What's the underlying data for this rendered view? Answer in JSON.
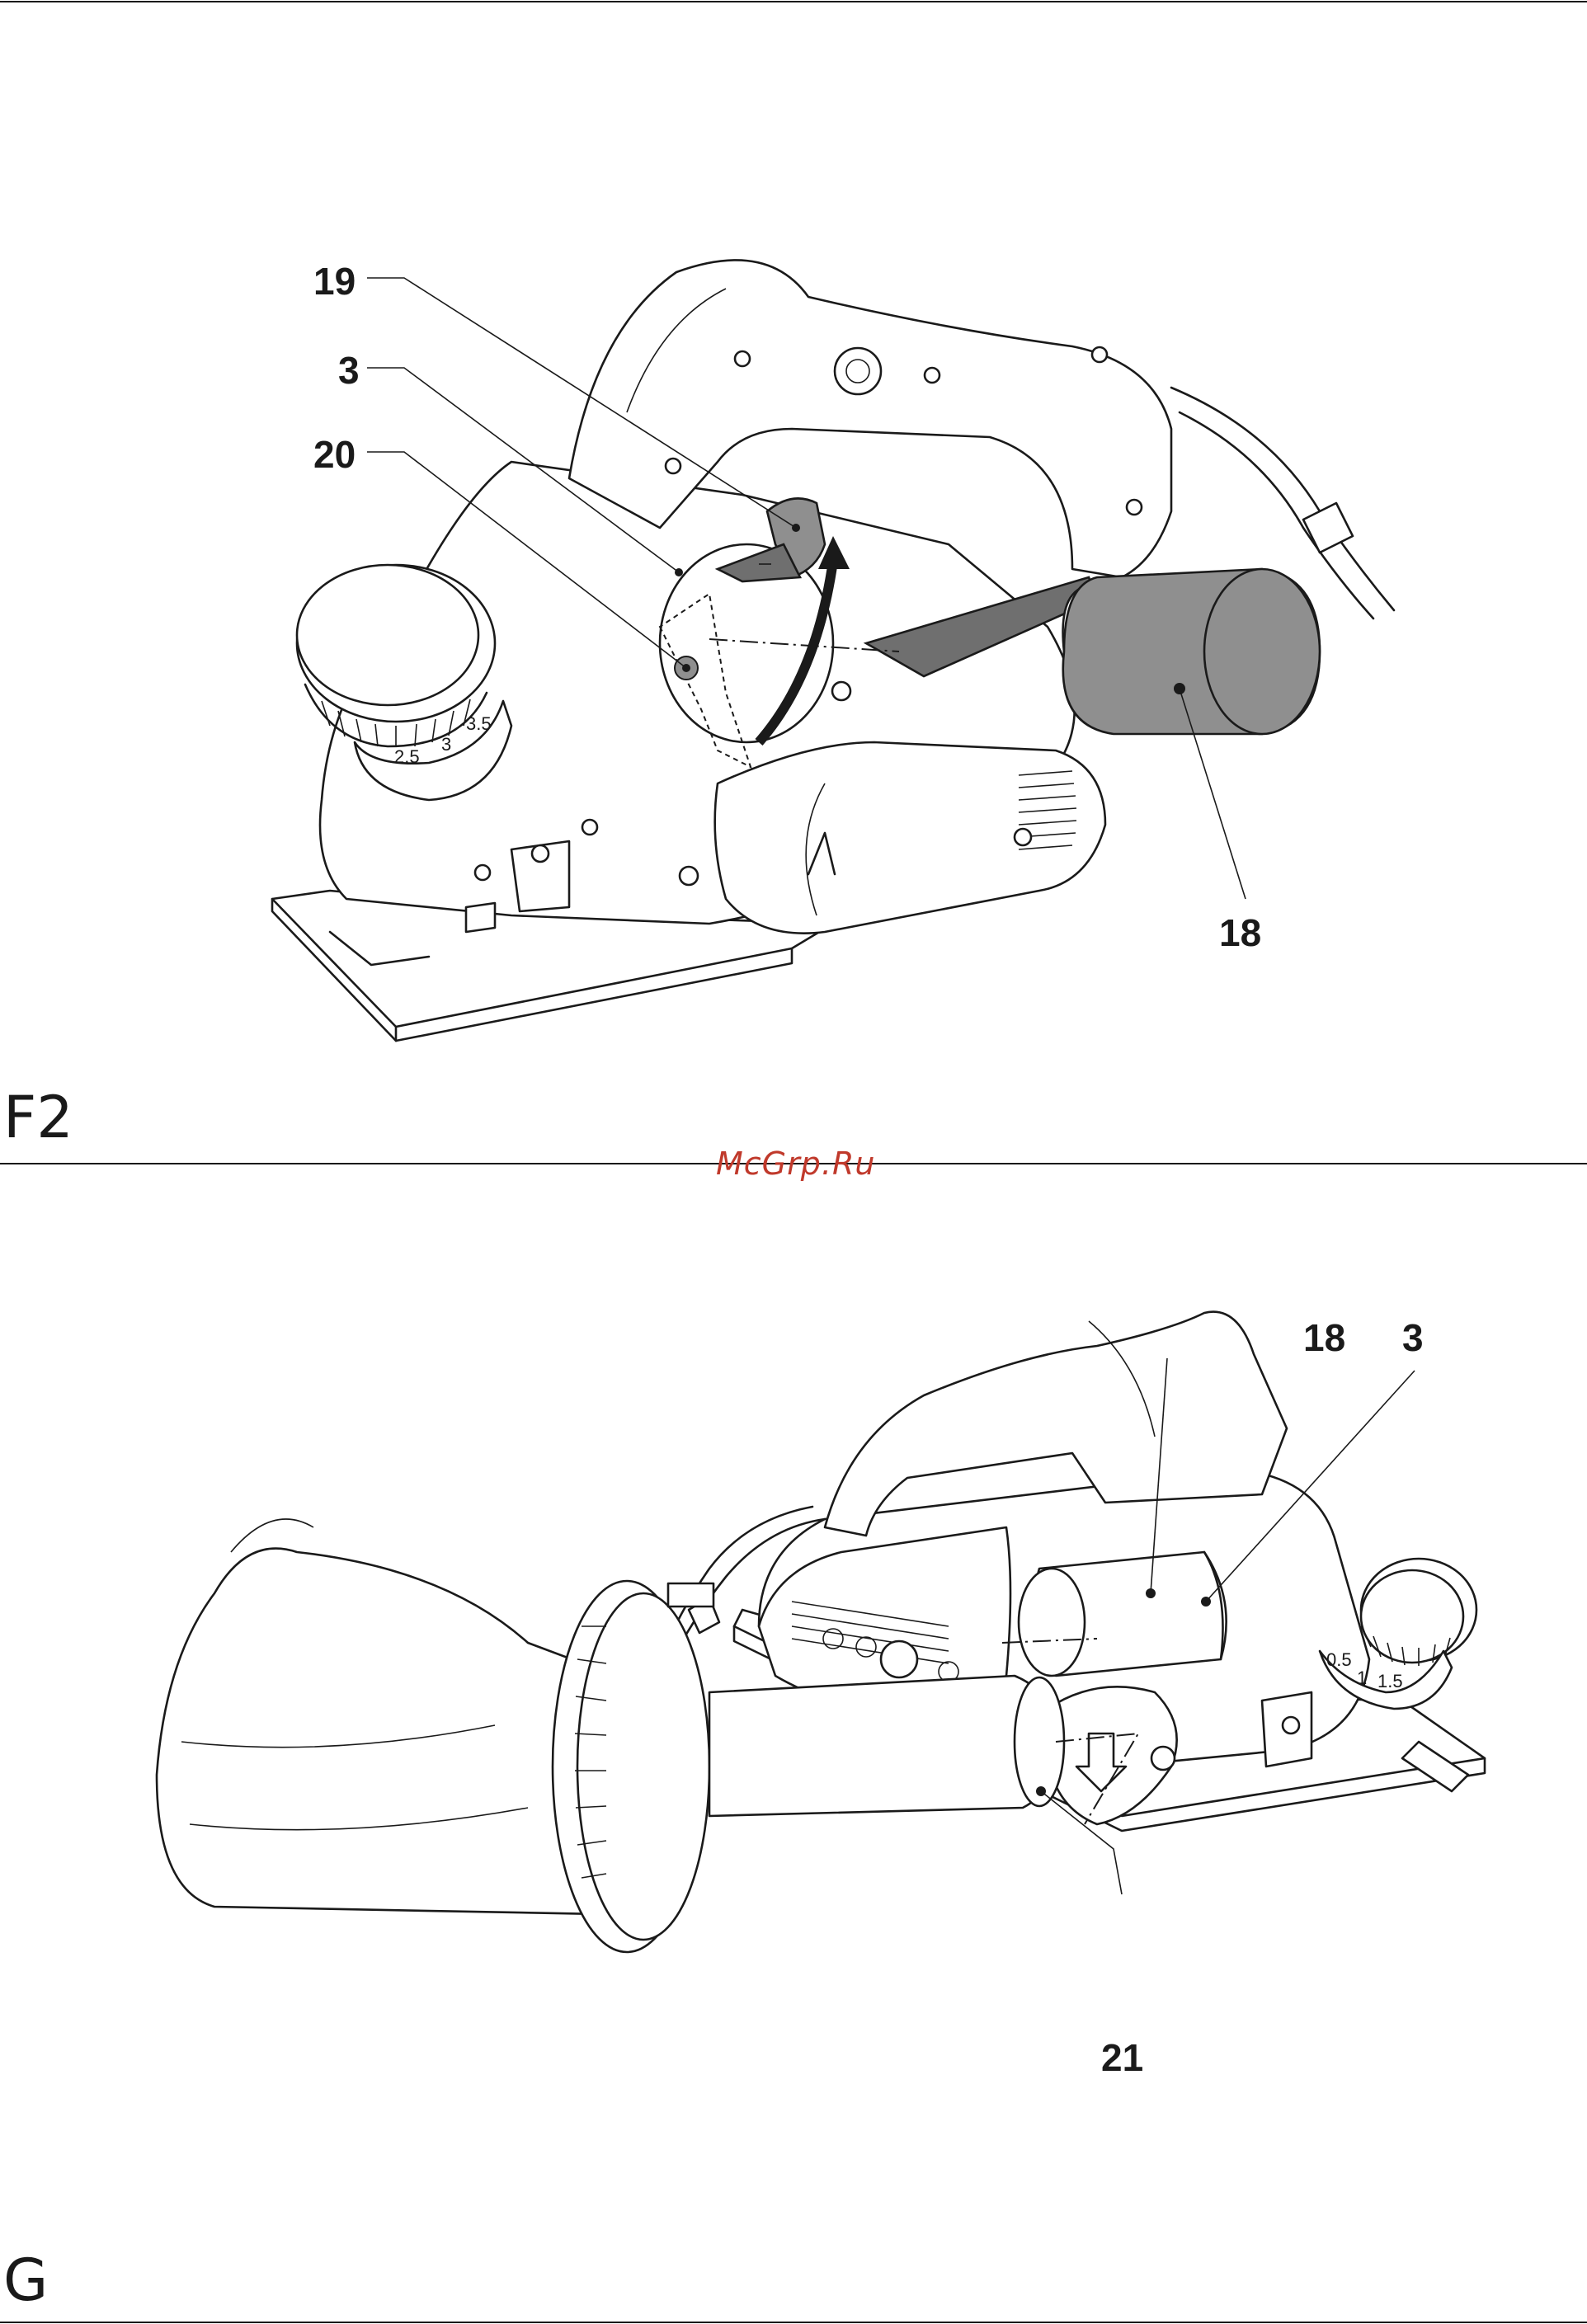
{
  "figures": [
    {
      "id": "F2",
      "label": "F2",
      "callouts": [
        "19",
        "3",
        "20",
        "18"
      ],
      "dial_marks": [
        "2.5",
        "3",
        "3.5"
      ]
    },
    {
      "id": "G",
      "label": "G",
      "callouts": [
        "18",
        "3",
        "21"
      ],
      "dial_marks": [
        "0.5",
        "1",
        "1.5"
      ]
    }
  ],
  "watermark": "McGrp.Ru",
  "colors": {
    "ink": "#1a1a1a",
    "part_fill": "#8f8f8f",
    "watermark": "#c0392b"
  }
}
